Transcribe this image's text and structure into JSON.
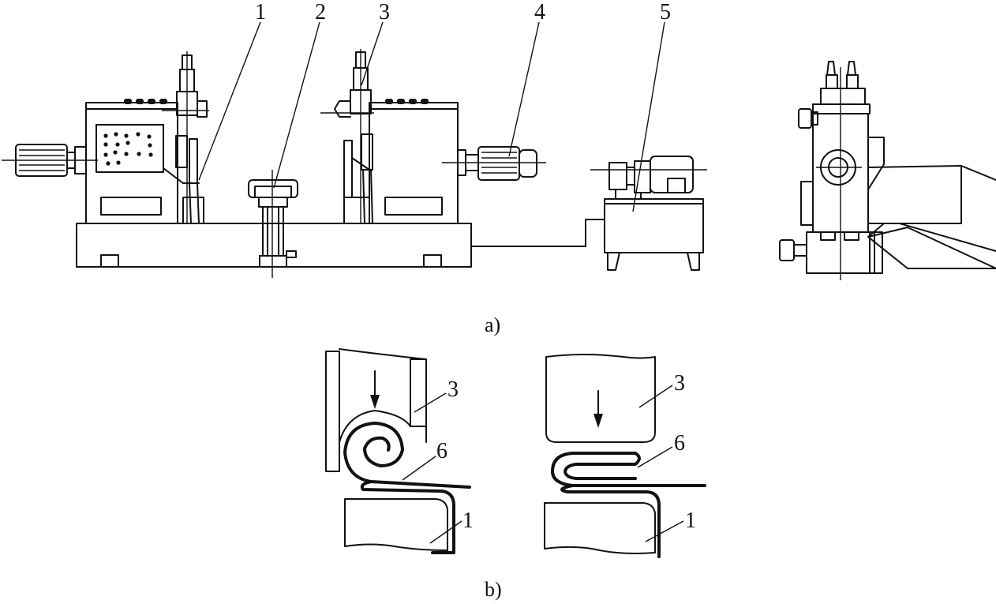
{
  "view_a": {
    "caption": "a)",
    "callouts": [
      "1",
      "2",
      "3",
      "4",
      "5"
    ]
  },
  "view_b": {
    "caption": "b)",
    "left_callouts": [
      "3",
      "6",
      "1"
    ],
    "right_callouts": [
      "3",
      "6",
      "1"
    ]
  }
}
